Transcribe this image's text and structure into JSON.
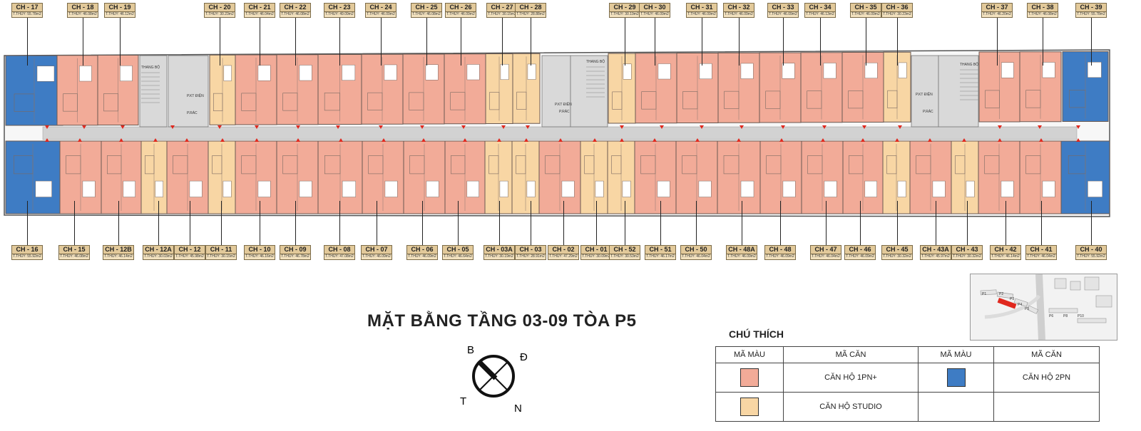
{
  "title": "MẶT BẰNG TẦNG 03-09 TÒA P5",
  "colors": {
    "one_bed_plus": "#f2ab98",
    "studio": "#f8d6a4",
    "two_bed": "#3e7cc4",
    "core": "#d9d9d9",
    "corridor": "#d2d2d2",
    "tag_fill": "#f3e2bf",
    "marker": "#e0281e"
  },
  "compass": {
    "north": "B",
    "east": "Đ",
    "south": "N",
    "west": "T"
  },
  "legend": {
    "title": "CHÚ THÍCH",
    "headers": [
      "MÃ MÀU",
      "MÃ CĂN",
      "MÃ MÀU",
      "MÃ CĂN"
    ],
    "items": [
      {
        "label": "CĂN HỘ 1PN+",
        "type": "one_bed_plus"
      },
      {
        "label": "CĂN HỘ 2PN",
        "type": "two_bed"
      },
      {
        "label": "CĂN HỘ STUDIO",
        "type": "studio"
      }
    ]
  },
  "units_top": [
    {
      "code": "CH - 17",
      "area": "T.THỦY: 55.78m2",
      "type": "two_bed"
    },
    {
      "code": "CH - 18",
      "area": "T.THỦY: 46.08m2",
      "type": "one_bed_plus"
    },
    {
      "code": "CH - 19",
      "area": "T.THỦY: 46.12m2",
      "type": "one_bed_plus"
    },
    {
      "code": "CH - 20",
      "area": "T.THỦY: 30.23m2",
      "type": "studio"
    },
    {
      "code": "CH - 21",
      "area": "T.THỦY: 46.04m2",
      "type": "one_bed_plus"
    },
    {
      "code": "CH - 22",
      "area": "T.THỦY: 46.08m2",
      "type": "one_bed_plus"
    },
    {
      "code": "CH - 23",
      "area": "T.THỦY: 49.09m2",
      "type": "one_bed_plus"
    },
    {
      "code": "CH - 24",
      "area": "T.THỦY: 46.09m2",
      "type": "one_bed_plus"
    },
    {
      "code": "CH - 25",
      "area": "T.THỦY: 46.08m2",
      "type": "one_bed_plus"
    },
    {
      "code": "CH - 26",
      "area": "T.THỦY: 46.09m2",
      "type": "one_bed_plus"
    },
    {
      "code": "CH - 27",
      "area": "T.THỦY: 30.15m2",
      "type": "studio"
    },
    {
      "code": "CH - 28",
      "area": "T.THỦY: 28.88m2",
      "type": "studio"
    },
    {
      "code": "CH - 29",
      "area": "T.THỦY: 30.19m2",
      "type": "studio"
    },
    {
      "code": "CH - 30",
      "area": "T.THỦY: 46.09m2",
      "type": "one_bed_plus"
    },
    {
      "code": "CH - 31",
      "area": "T.THỦY: 46.09m2",
      "type": "one_bed_plus"
    },
    {
      "code": "CH - 32",
      "area": "T.THỦY: 46.09m2",
      "type": "one_bed_plus"
    },
    {
      "code": "CH - 33",
      "area": "T.THỦY: 46.09m2",
      "type": "one_bed_plus"
    },
    {
      "code": "CH - 34",
      "area": "T.THỦY: 46.13m2",
      "type": "one_bed_plus"
    },
    {
      "code": "CH - 35",
      "area": "T.THỦY: 46.09m2",
      "type": "one_bed_plus"
    },
    {
      "code": "CH - 36",
      "area": "T.THỦY: 30.23m2",
      "type": "studio"
    },
    {
      "code": "CH - 37",
      "area": "T.THỦY: 46.20m2",
      "type": "one_bed_plus"
    },
    {
      "code": "CH - 38",
      "area": "T.THỦY: 46.08m2",
      "type": "one_bed_plus"
    },
    {
      "code": "CH - 39",
      "area": "T.THỦY: 55.78m2",
      "type": "two_bed"
    }
  ],
  "units_bottom": [
    {
      "code": "CH - 16",
      "area": "T.THỦY: 55.92m2",
      "type": "two_bed"
    },
    {
      "code": "CH - 15",
      "area": "T.THỦY: 46.08m2",
      "type": "one_bed_plus"
    },
    {
      "code": "CH - 12B",
      "area": "T.THỦY: 46.14m2",
      "type": "one_bed_plus"
    },
    {
      "code": "CH - 12A",
      "area": "T.THỦY: 30.03m2",
      "type": "studio"
    },
    {
      "code": "CH - 12",
      "area": "T.THỦY: 45.98m2",
      "type": "one_bed_plus"
    },
    {
      "code": "CH - 11",
      "area": "T.THỦY: 30.15m2",
      "type": "studio"
    },
    {
      "code": "CH - 10",
      "area": "T.THỦY: 46.16m2",
      "type": "one_bed_plus"
    },
    {
      "code": "CH - 09",
      "area": "T.THỦY: 46.78m2",
      "type": "one_bed_plus"
    },
    {
      "code": "CH - 08",
      "area": "T.THỦY: 47.08m2",
      "type": "one_bed_plus"
    },
    {
      "code": "CH - 07",
      "area": "T.THỦY: 46.09m2",
      "type": "one_bed_plus"
    },
    {
      "code": "CH - 06",
      "area": "T.THỦY: 46.09m2",
      "type": "one_bed_plus"
    },
    {
      "code": "CH - 05",
      "area": "T.THỦY: 46.64m2",
      "type": "one_bed_plus"
    },
    {
      "code": "CH - 03A",
      "area": "T.THỦY: 30.19m2",
      "type": "studio"
    },
    {
      "code": "CH - 03",
      "area": "T.THỦY: 28.91m2",
      "type": "studio"
    },
    {
      "code": "CH - 02",
      "area": "T.THỦY: 47.29m2",
      "type": "one_bed_plus"
    },
    {
      "code": "CH - 01",
      "area": "T.THỦY: 30.09m2",
      "type": "studio"
    },
    {
      "code": "CH - 52",
      "area": "T.THỦY: 30.53m2",
      "type": "studio"
    },
    {
      "code": "CH - 51",
      "area": "T.THỦY: 46.17m2",
      "type": "one_bed_plus"
    },
    {
      "code": "CH - 50",
      "area": "T.THỦY: 46.04m2",
      "type": "one_bed_plus"
    },
    {
      "code": "CH - 48A",
      "area": "T.THỦY: 46.09m2",
      "type": "one_bed_plus"
    },
    {
      "code": "CH - 48",
      "area": "T.THỦY: 46.09m2",
      "type": "one_bed_plus"
    },
    {
      "code": "CH - 47",
      "area": "T.THỦY: 46.04m2",
      "type": "one_bed_plus"
    },
    {
      "code": "CH - 46",
      "area": "T.THỦY: 46.09m2",
      "type": "one_bed_plus"
    },
    {
      "code": "CH - 45",
      "area": "T.THỦY: 30.32m2",
      "type": "studio"
    },
    {
      "code": "CH - 43A",
      "area": "T.THỦY: 45.97m2",
      "type": "one_bed_plus"
    },
    {
      "code": "CH - 43",
      "area": "T.THỦY: 30.32m2",
      "type": "studio"
    },
    {
      "code": "CH - 42",
      "area": "T.THỦY: 46.14m2",
      "type": "one_bed_plus"
    },
    {
      "code": "CH - 41",
      "area": "T.THỦY: 46.04m2",
      "type": "one_bed_plus"
    },
    {
      "code": "CH - 40",
      "area": "T.THỦY: 55.92m2",
      "type": "two_bed"
    }
  ],
  "cores": {
    "stair_label": "THANG BỘ",
    "elec_label": "P.KT ĐIỆN",
    "trash_label": "P.RÁC"
  },
  "minimap": {
    "labels": [
      "P1",
      "P2",
      "P3",
      "P4",
      "P5",
      "P6",
      "P8",
      "P10"
    ]
  }
}
